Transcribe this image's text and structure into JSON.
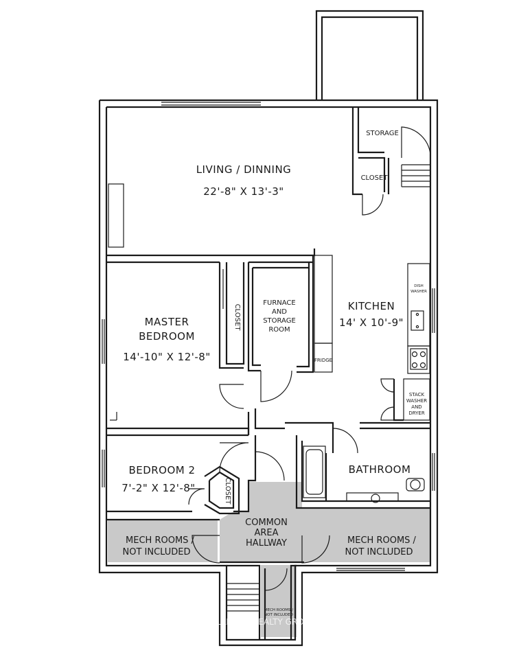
{
  "rooms": {
    "living": {
      "name": "LIVING / DINNING",
      "dims": "22'-8\" X 13'-3\""
    },
    "storage": {
      "name": "STORAGE"
    },
    "closet_top": {
      "name": "CLOSET"
    },
    "master": {
      "name_line1": "MASTER",
      "name_line2": "BEDROOM",
      "dims": "14'-10\" X 12'-8\""
    },
    "closet_master": {
      "name": "CLOSET"
    },
    "furnace": {
      "line1": "FURNACE",
      "line2": "AND",
      "line3": "STORAGE",
      "line4": "ROOM"
    },
    "kitchen": {
      "name": "KITCHEN",
      "dims": "14' X 10'-9\""
    },
    "fridge": {
      "name": "FRIDGE"
    },
    "dishwasher": {
      "line1": "DISH",
      "line2": "WASHER"
    },
    "laundry": {
      "line1": "STACK",
      "line2": "WASHER",
      "line3": "AND",
      "line4": "DRYER"
    },
    "bedroom2": {
      "name": "BEDROOM 2",
      "dims": "7'-2\" X 12'-8\""
    },
    "closet_bed2": {
      "name": "CLOSET"
    },
    "bathroom": {
      "name": "BATHROOM"
    },
    "hallway": {
      "line1": "COMMON",
      "line2": "AREA",
      "line3": "HALLWAY"
    },
    "mech_left": {
      "line1": "MECH ROOMS /",
      "line2": "NOT INCLUDED"
    },
    "mech_right": {
      "line1": "MECH ROOMS /",
      "line2": "NOT INCLUDED"
    },
    "mech_small": {
      "line1": "MECH ROOMS /",
      "line2": "NOT INCLUDED"
    }
  },
  "watermark": "RE/MAX HALLMARK REALTY GROUP, Brokerage",
  "colors": {
    "wall": "#1a1a1a",
    "shaded_area": "#c9c9c9",
    "background": "#ffffff"
  }
}
